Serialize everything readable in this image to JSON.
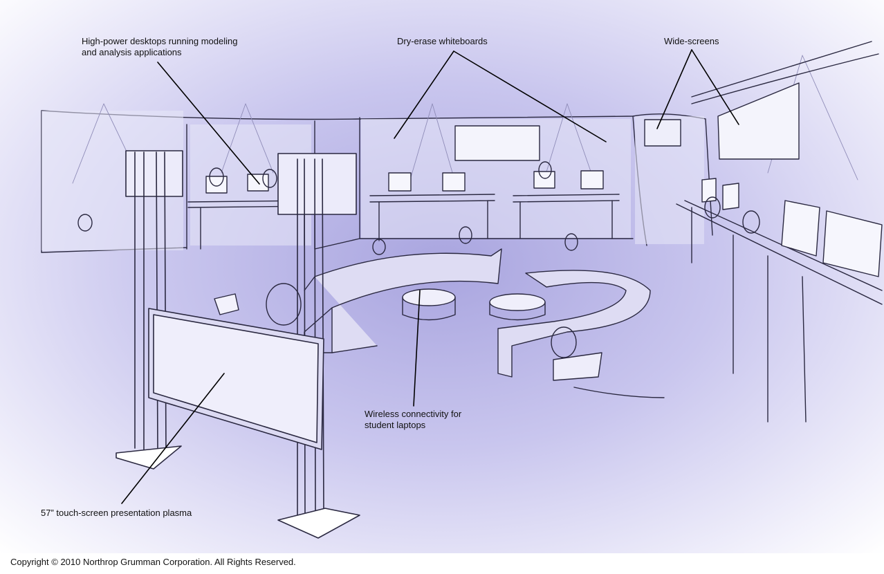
{
  "annotations": {
    "desktops": "High-power desktops running modeling\nand analysis applications",
    "whiteboards": "Dry-erase whiteboards",
    "widescreens": "Wide-screens",
    "wireless": "Wireless connectivity for\nstudent laptops",
    "plasma": "57” touch-screen presentation plasma"
  },
  "footer": {
    "copyright": "Copyright © 2010 Northrop Grumman Corporation.  All Rights Reserved."
  },
  "colors": {
    "background": "#ffffff",
    "sketch_tint": "#a9a5df",
    "ink": "#2a2840"
  }
}
